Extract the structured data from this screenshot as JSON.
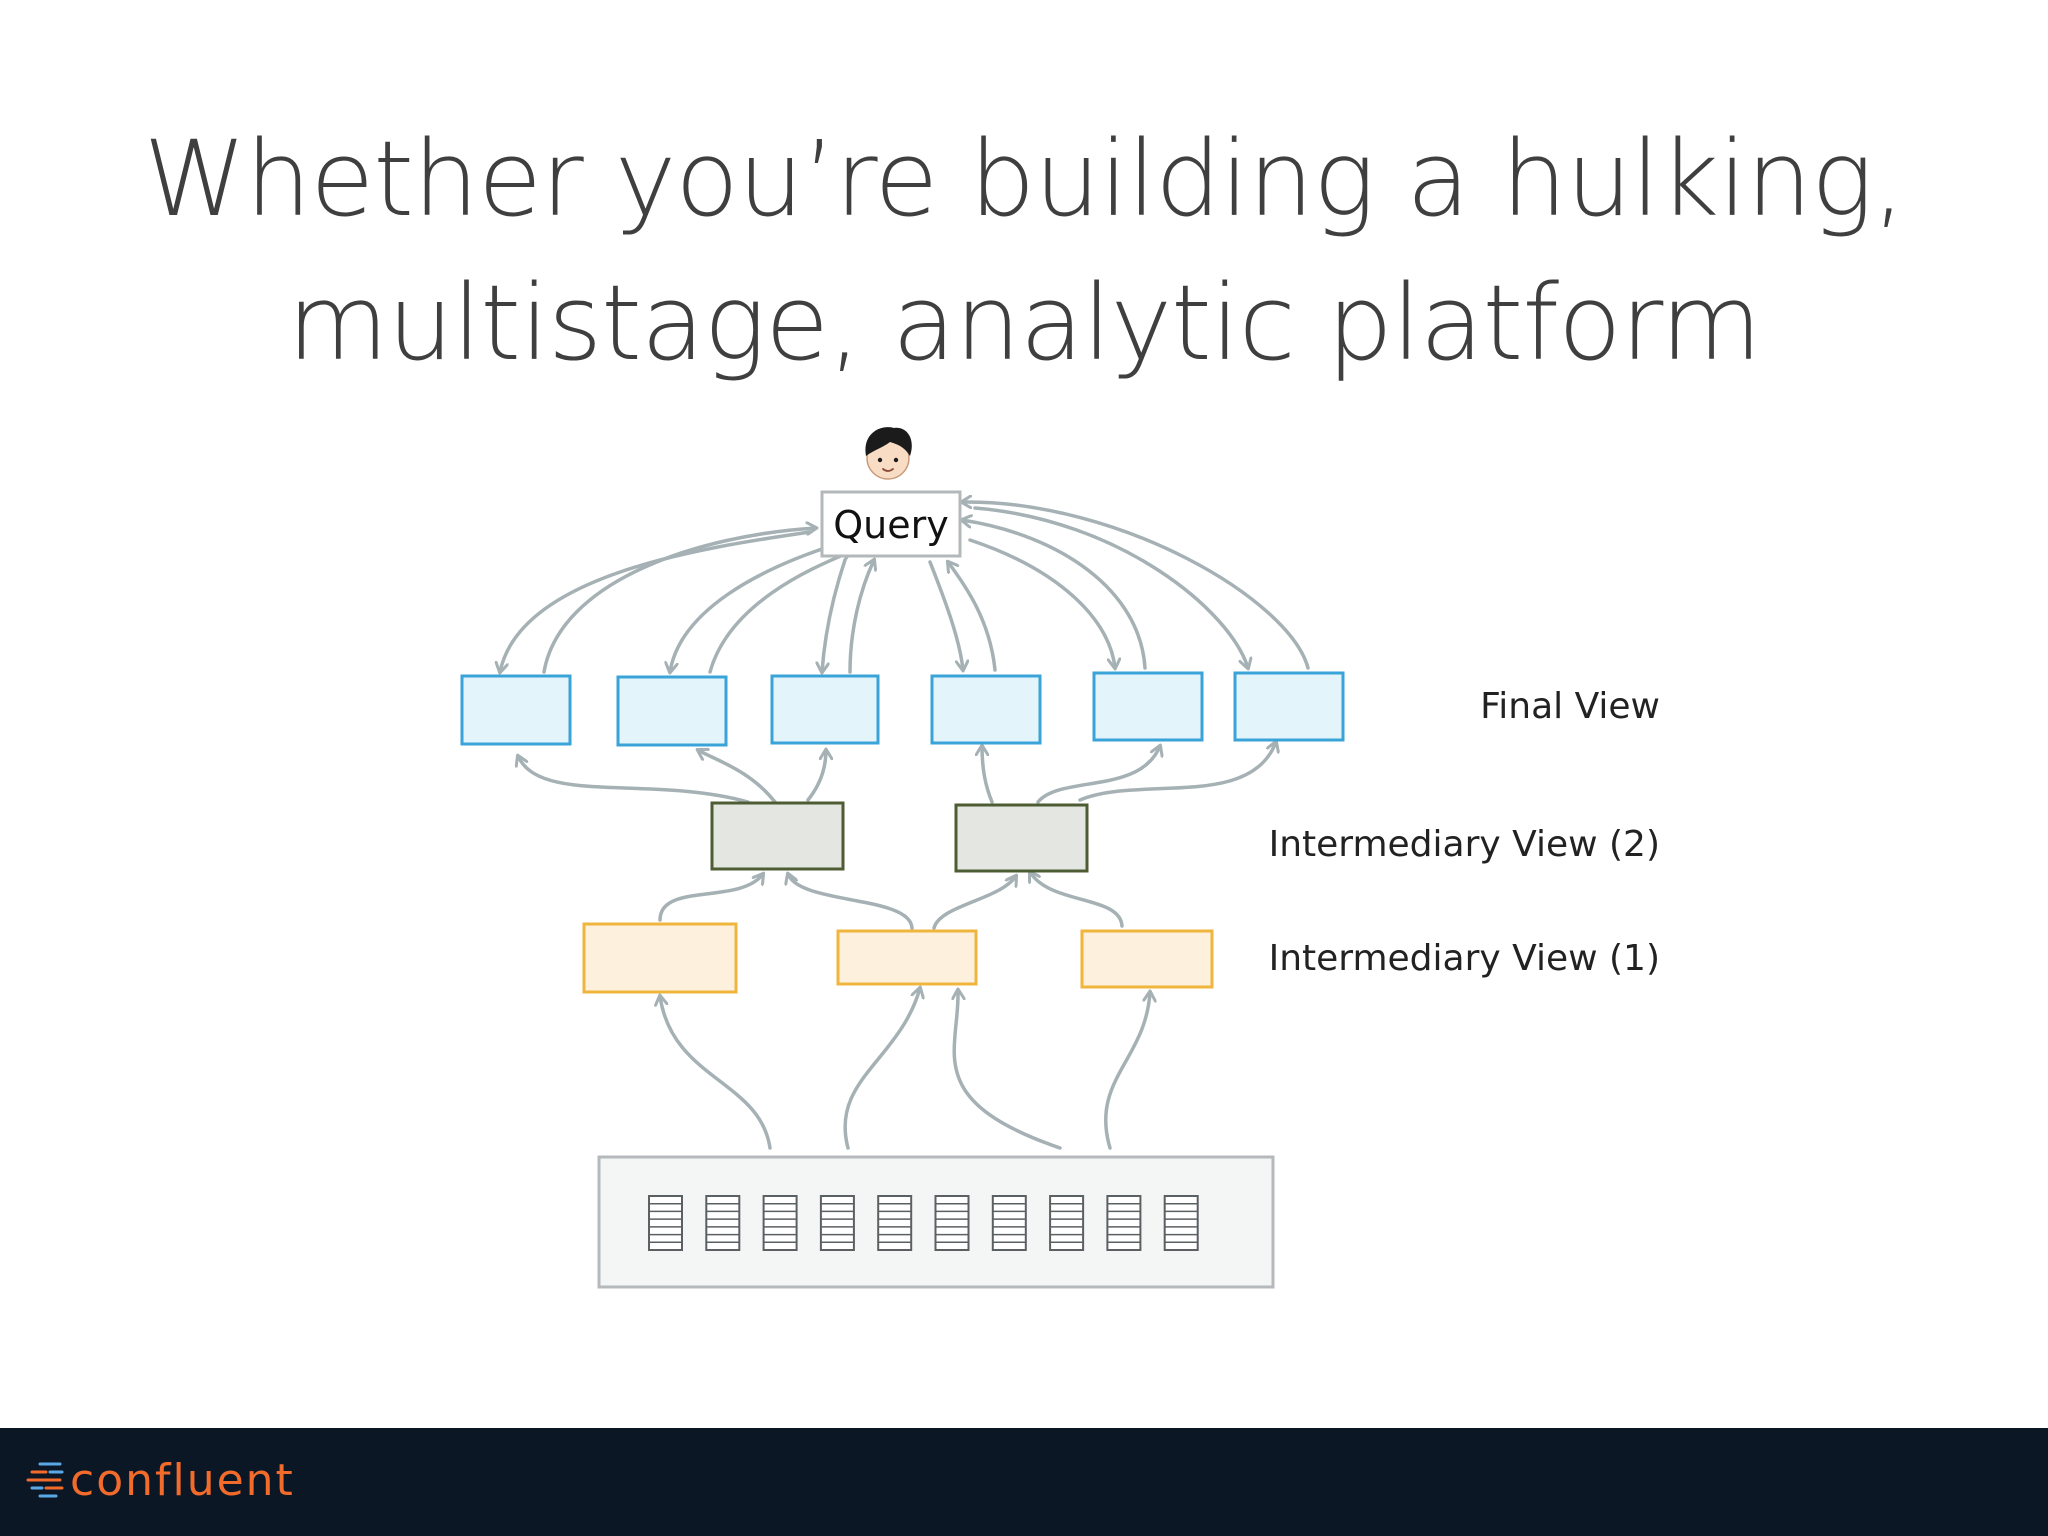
{
  "title": {
    "line1": "Whether you’re building a hulking,",
    "line2": "multistage, analytic platform"
  },
  "diagram": {
    "query_label": "Query",
    "layers": {
      "final": "Final View",
      "intermediary_2": "Intermediary View (2)",
      "intermediary_1": "Intermediary View (1)"
    },
    "colors": {
      "arrow": "#a5b1b4",
      "final_fill": "#e3f4fb",
      "final_stroke": "#3aa3d8",
      "inter2_fill": "#e4e6e2",
      "inter2_stroke": "#4d5c33",
      "inter1_fill": "#fdf1dd",
      "inter1_stroke": "#f0b53d",
      "source_fill": "#f4f5f5",
      "source_stroke": "#b5b9bb"
    }
  },
  "footer": {
    "brand": "confluent",
    "brand_color": "#f26b2b",
    "background": "#0c1726"
  }
}
